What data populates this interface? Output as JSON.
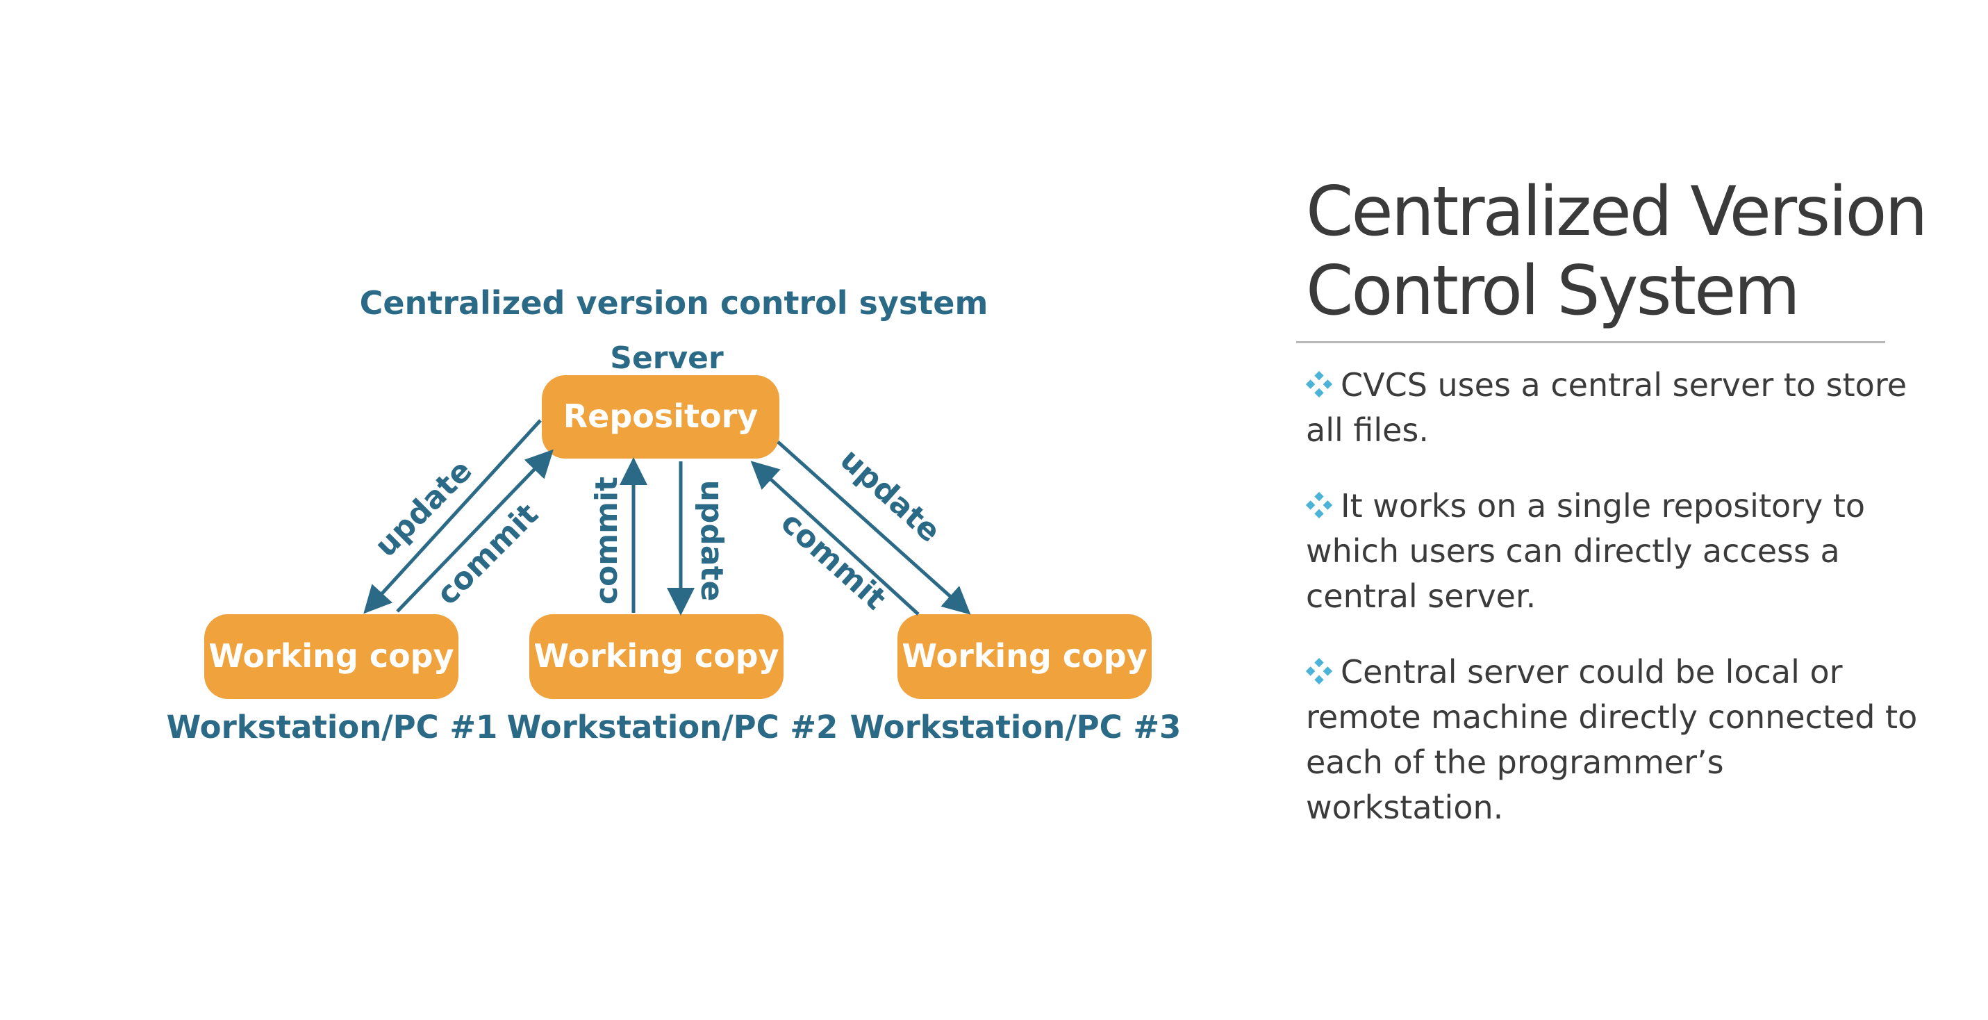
{
  "diagram": {
    "title": "Centralized version control system",
    "server_label": "Server",
    "repository": "Repository",
    "working_copy": "Working copy",
    "workstations": [
      "Workstation/PC #1",
      "Workstation/PC #2",
      "Workstation/PC #3"
    ],
    "update_label": "update",
    "commit_label": "commit"
  },
  "slide": {
    "title_line1": "Centralized Version",
    "title_line2": "Control System",
    "bullets": [
      "CVCS uses a central server to store all files.",
      "It works on a single repository to which users can directly access a central server.",
      "Central server could be local or remote machine directly connected to each of the programmer’s workstation."
    ]
  },
  "colors": {
    "box_fill": "#f0a23c",
    "diagram_text": "#2b6a87",
    "bullet_icon": "#4bb3d8"
  }
}
